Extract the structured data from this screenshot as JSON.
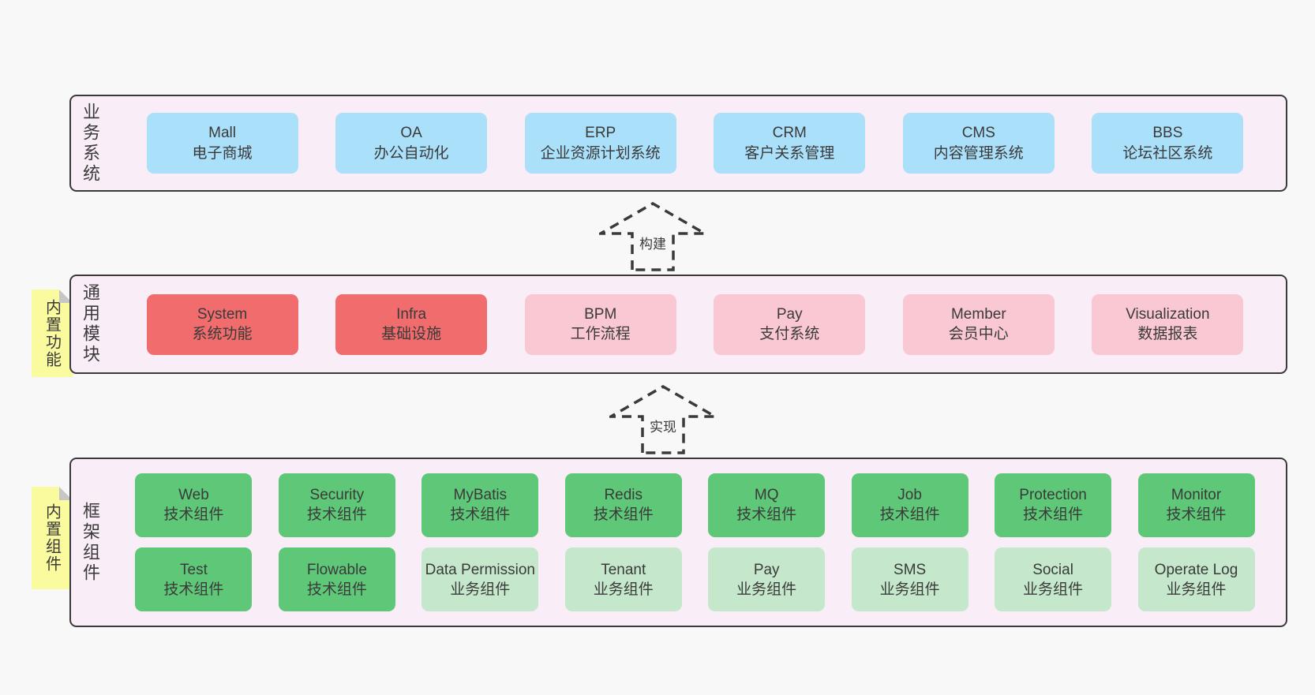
{
  "colors": {
    "page_bg": "#f8f8f8",
    "panel_bg": "#f9eef7",
    "panel_border": "#3a3a3a",
    "blue": "#abe0fb",
    "red": "#f16c6c",
    "pink": "#f9c8d2",
    "green": "#5fc878",
    "light_green": "#c5e8cc",
    "yellow_tab": "#fafa9e",
    "fold_gray": "#c6c6c6",
    "text": "#3a3a3a"
  },
  "arrows": [
    {
      "label": "构建"
    },
    {
      "label": "实现"
    }
  ],
  "sections": [
    {
      "label": "业务系统",
      "tag": null,
      "rows": [
        [
          {
            "name": "Mall",
            "subtitle": "电子商城",
            "type": "blue"
          },
          {
            "name": "OA",
            "subtitle": "办公自动化",
            "type": "blue"
          },
          {
            "name": "ERP",
            "subtitle": "企业资源计划系统",
            "type": "blue"
          },
          {
            "name": "CRM",
            "subtitle": "客户关系管理",
            "type": "blue"
          },
          {
            "name": "CMS",
            "subtitle": "内容管理系统",
            "type": "blue"
          },
          {
            "name": "BBS",
            "subtitle": "论坛社区系统",
            "type": "blue"
          }
        ]
      ]
    },
    {
      "label": "通用模块",
      "tag": "内置功能",
      "rows": [
        [
          {
            "name": "System",
            "subtitle": "系统功能",
            "type": "red"
          },
          {
            "name": "Infra",
            "subtitle": "基础设施",
            "type": "red"
          },
          {
            "name": "BPM",
            "subtitle": "工作流程",
            "type": "pink"
          },
          {
            "name": "Pay",
            "subtitle": "支付系统",
            "type": "pink"
          },
          {
            "name": "Member",
            "subtitle": "会员中心",
            "type": "pink"
          },
          {
            "name": "Visualization",
            "subtitle": "数据报表",
            "type": "pink"
          }
        ]
      ]
    },
    {
      "label": "框架组件",
      "tag": "内置组件",
      "rows": [
        [
          {
            "name": "Web",
            "subtitle": "技术组件",
            "type": "green"
          },
          {
            "name": "Security",
            "subtitle": "技术组件",
            "type": "green"
          },
          {
            "name": "MyBatis",
            "subtitle": "技术组件",
            "type": "green"
          },
          {
            "name": "Redis",
            "subtitle": "技术组件",
            "type": "green"
          },
          {
            "name": "MQ",
            "subtitle": "技术组件",
            "type": "green"
          },
          {
            "name": "Job",
            "subtitle": "技术组件",
            "type": "green"
          },
          {
            "name": "Protection",
            "subtitle": "技术组件",
            "type": "green"
          },
          {
            "name": "Monitor",
            "subtitle": "技术组件",
            "type": "green"
          }
        ],
        [
          {
            "name": "Test",
            "subtitle": "技术组件",
            "type": "green"
          },
          {
            "name": "Flowable",
            "subtitle": "技术组件",
            "type": "green"
          },
          {
            "name": "Data Permission",
            "subtitle": "业务组件",
            "type": "lightgreen"
          },
          {
            "name": "Tenant",
            "subtitle": "业务组件",
            "type": "lightgreen"
          },
          {
            "name": "Pay",
            "subtitle": "业务组件",
            "type": "lightgreen"
          },
          {
            "name": "SMS",
            "subtitle": "业务组件",
            "type": "lightgreen"
          },
          {
            "name": "Social",
            "subtitle": "业务组件",
            "type": "lightgreen"
          },
          {
            "name": "Operate Log",
            "subtitle": "业务组件",
            "type": "lightgreen"
          }
        ]
      ]
    }
  ]
}
